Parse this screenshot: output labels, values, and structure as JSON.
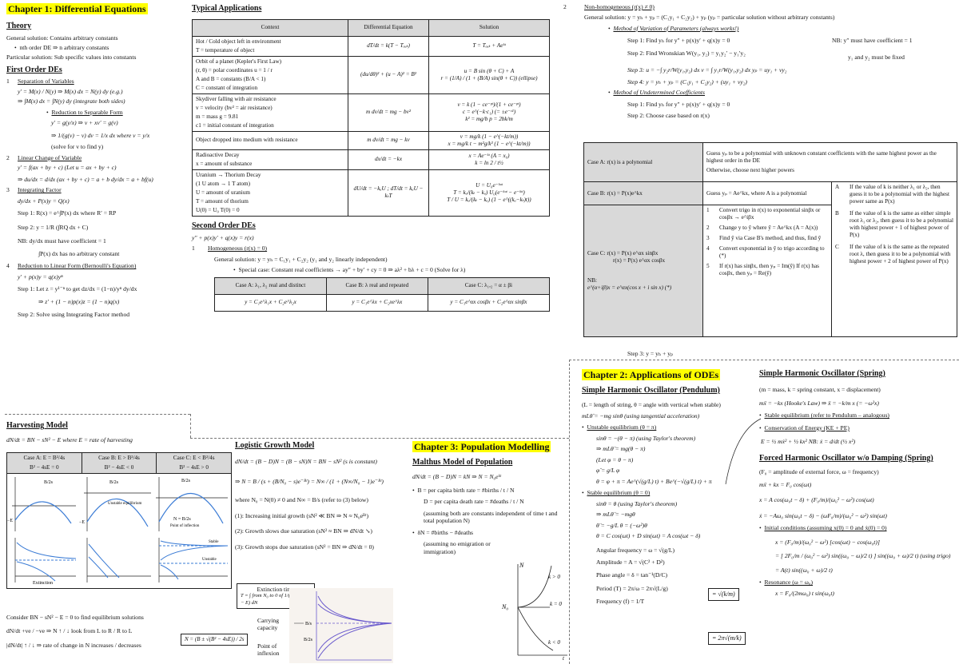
{
  "ch1": {
    "title": "Chapter 1: Differential Equations",
    "theory_heading": "Theory",
    "general_solution": "General solution: Contains arbitrary constants",
    "nth_order": "nth order DE ⇒ n arbitrary constants",
    "particular_solution": "Particular solution: Sub specific values into constants",
    "first_order_heading": "First Order DEs",
    "s1_title": "Separation of Variables",
    "s1_eq1": "y′ = M(x) / N(y) ⇒ M(x) dx = N(y) dy   (e.g.)",
    "s1_eq2": "⇒ ∫M(x) dx = ∫N(y) dy   (integrate both sides)",
    "s1_reduction": "Reduction to Separable Form",
    "s1_eq3": "y′ = g(y/x) ⇒ v + xv′ = g(v)",
    "s1_eq4": "⇒ 1/(g(v) − v) dv = 1/x dx   where v = y/x",
    "s1_solve": "(solve for v to find y)",
    "s2_title": "Linear Change of Variable",
    "s2_eq1": "y′ = f(ax + by + c)   (Let u = ax + by + c)",
    "s2_eq2": "⇒ du/dx = d/dx (ax + by + c) = a + b dy/dx = a + bf(u)",
    "s3_title": "Integrating Factor",
    "s3_eq1": "dy/dx + P(x)y = Q(x)",
    "s3_step1": "Step 1:   R(x) = e^∫P(x) dx   where R′ = RP",
    "s3_step2": "Step 2:   y = 1/R (∫RQ dx + C)",
    "s3_nb1": "NB: dy/dx must have coefficient = 1",
    "s3_nb2": "∫P(x) dx has no arbitrary constant",
    "s4_title": "Reduction to Linear Form (Bernoulli's Equation)",
    "s4_eq1": "y′ + p(x)y = q(x)yⁿ",
    "s4_step1": "Step 1:   Let z = y¹⁻ⁿ to get dz/dx = (1−n)/yⁿ dy/dx",
    "s4_eq2": "⇒ z′ + (1 − n)p(x)z = (1 − n)q(x)",
    "s4_step2": "Step 2:   Solve using Integrating Factor method",
    "n1": "1",
    "n2": "2",
    "n3": "3",
    "n4": "4",
    "bullet": "•"
  },
  "typical": {
    "title": "Typical Applications",
    "headers": [
      "Context",
      "Differential Equation",
      "Solution"
    ],
    "rows": [
      {
        "context": [
          "Hot / Cold object left in environment",
          "T = temperature of object"
        ],
        "de": "dT/dt = k(T − Tₒᵤₜ)",
        "sol": [
          "T = Tₒᵤₜ + Aeᵏᵗ"
        ]
      },
      {
        "context": [
          "Orbit of a planet (Kepler's First Law)",
          "(r, θ) = polar coordinates   u = 1 / r",
          "A and B = constants  (B/A < 1)",
          "C = constant of integration"
        ],
        "de": "(du/dθ)² + (u − A)² = B²",
        "sol": [
          "u = B sin (θ + C) + A",
          "r = (1/A) / (1 + (B/A) sin(θ + C))   (ellipse)"
        ]
      },
      {
        "context": [
          "Skydiver falling with air resistance",
          "v = velocity  (bv² = air resistance)",
          "m = mass     g = 9.81",
          "c1 = initial constant of integration"
        ],
        "de": "m dv/dt = mg − bv²",
        "sol": [
          "v = k (1 − ce⁻ᵖᵗ)/(1 + ce⁻ᵖᵗ)",
          "c = e^(−k·c₁)   (= ±e⁻ᶜ¹)",
          "k² = mg/b     p = 2bk/m"
        ]
      },
      {
        "context": [
          "Object dropped into medium with resistance"
        ],
        "de": "m dv/dt = mg − kv",
        "sol": [
          "v = mg/k (1 − e^(−kt/m))",
          "x = mg/k t − m²g/k² (1 − e^(−kt/m))"
        ]
      },
      {
        "context": [
          "Radioactive Decay",
          "x = amount of substance"
        ],
        "de": "dx/dt = −kx",
        "sol": [
          "x = Ae⁻ᵏᵗ   (A = x₀)",
          "k = ln 2 / t½"
        ]
      },
      {
        "context": [
          "Uranium → Thorium Decay",
          "(1 U atom → 1 T atom)",
          "U = amount of uranium",
          "T = amount of thorium",
          "U(0) = U₀    T(0) = 0"
        ],
        "de": "dU/dt = −kᵤU ;   dT/dt = kᵤU − kₜT",
        "sol": [
          "U = U₀e⁻ᵏᵘᵗ",
          "T = kᵤ/(kₜ − kᵤ) U₀(e⁻ᵏᵘᵗ − e⁻ᵏᵗᵗ)",
          "T / U = kᵤ/(kₜ − kᵤ) (1 − e^((kᵤ−kₜ)t))"
        ]
      }
    ]
  },
  "second": {
    "title": "Second Order DEs",
    "eq": "y″ + p(x)y′ + q(x)y = r(x)",
    "homog": "Homogeneous (r(x) = 0)",
    "gen": "General solution: y = yₕ = C₁y₁ + C₂y₂   (y₁ and y₂ linearly independent)",
    "special": "Special case: Constant real coefficients → ay″ + by′ + cy = 0 ⇒ aλ² + bλ + c = 0   (Solve for λ)",
    "cases": [
      {
        "head": "Case A:  λ₁, λ₂ real and distinct",
        "sol": "y = C₁e^λ₁x + C₂e^λ₂x"
      },
      {
        "head": "Case B:  λ real and repeated",
        "sol": "y = C₁e^λx + C₂xe^λx"
      },
      {
        "head": "Case C:  λ₁,₂ = α ± βi",
        "sol": "y = C₁e^αx cosβx + C₂e^αx sinβx"
      }
    ]
  },
  "nonhom": {
    "n2": "2",
    "title": "Non-homogeneous (r(x) ≠ 0)",
    "gen": "General solution: y = yₕ + yₚ = (C₁y₁ + C₂y₂) + yₚ   (yₚ = particular solution without arbitrary constants)",
    "vop_title": "Method of Variation of Parameters  (always works!)",
    "vop1": "Step 1:   Find yₕ for y″ + p(x)y′ + q(x)y = 0",
    "vop1_nb": "NB: y″ must have coefficient = 1",
    "vop2": "Step 2:   Find Wronskian W(y₁, y₂) = y₁y₂′ − y₁′y₂",
    "vop2_nb": "y₁ and y₂ must be fixed",
    "vop3": "Step 3:   u = −∫ y₂r/W(y₁,y₂) dx     v = ∫ y₁r/W(y₁,y₂) dx     yₚ = uy₁ + vy₂",
    "vop4": "Step 4:   y = yₕ + yₚ = (C₁y₁ + C₂y₂) + (uy₁ + vy₂)",
    "uc_title": "Method of Undetermined Coefficients",
    "uc1": "Step 1:   Find yₕ for y″ + p(x)y′ + q(x)y = 0",
    "uc2": "Step 2:   Choose case based on r(x)",
    "uc3": "Step 3:   y = yₕ + yₚ",
    "caseA_l": "Case A:   r(x) is a polynomial",
    "caseA_r1": "Guess yₚ to be a polynomial with unknown constant coefficients with the same highest power as the highest order in the DE",
    "caseA_r2": "Otherwise, choose next higher powers",
    "caseB_l": "Case B:   r(x) = P(x)e^kx",
    "caseB_r": "Guess yₚ = Ae^kx, where A is a polynomial",
    "caseC_l1": "Case C:   r(x) = P(x) e^αx sinβx",
    "caseC_l2": "r(x) = P(x) e^αx cosβx",
    "caseC_nb": "NB:",
    "caseC_euler": "e^(α+iβ)x = e^αx(cos x + i sin x)   (*)",
    "caseC_steps": [
      {
        "n": "1",
        "t": "Convert trigo in r(x) to exponential  sinβx or cosβx → e^iβx"
      },
      {
        "n": "2",
        "t": "Change y to ỹ  where ỹ = Ae^kx  (A = A(x))"
      },
      {
        "n": "3",
        "t": "Find ỹ via Case B's method, and thus, find ỹ"
      },
      {
        "n": "4",
        "t": "Convert exponential in ỹ to trigo according to (*)"
      },
      {
        "n": "5",
        "t": "If r(x) has sinβx, then yₚ = Im(ỹ)  If r(x) has cosβx, then yₚ = Re(ỹ)"
      }
    ],
    "side": [
      {
        "l": "A",
        "t": "If the value of k is neither λ₁ or λ₂, then guess it to be a polynomial with the highest power same as P(x)"
      },
      {
        "l": "B",
        "t": "If the value of k is the same as either simple root λ₁ or λ₂, then guess it to be a polynomial with highest power + 1 of highest power of P(x)"
      },
      {
        "l": "C",
        "t": "If the value of k is the same as the repeated root λ, then guess it to be a polynomial with highest power + 2 of highest power of P(x)"
      }
    ]
  },
  "harvest": {
    "title": "Harvesting Model",
    "eq": "dN/dt = BN − sN² − E   where E = rate of harvesting",
    "cases": [
      {
        "head": "Case A:  E = B²/4s",
        "sub": "B² − 4sE = 0"
      },
      {
        "head": "Case B:  E > B²/4s",
        "sub": "B² − 4sE < 0"
      },
      {
        "head": "Case C:  E < B²/4s",
        "sub": "B² − 4sE > 0"
      }
    ],
    "lbl_B2s": "B/2s",
    "lbl_E": "−E",
    "lbl_unstable": "Unstable equilibrium",
    "lbl_N": "N = B/2s",
    "lbl_poi": "Point of inflection",
    "lbl_stable": "Stable",
    "lbl_unstable2": "Unstable",
    "lbl_extinction": "Extinction",
    "consider": "Consider BN − sN² − E = 0 to find equilibrium solutions",
    "sign": "dN/dt +ve / −ve ⇒ N ↑ / ↓   look from L to R / R to L",
    "rate": "|dN/dt| ↑ / ↓ ⇒ rate of change in N increases / decreases",
    "roots": "N = (B ± √(B² − 4sE)) / 2s"
  },
  "logistic": {
    "title": "Logistic Growth Model",
    "eq1": "dN/dt = (B − D)N = (B − sN)N = BN − sN²   (s is constant)",
    "eq2": "⇒ N = B / (s + (B/N₀ − s)e⁻ᴮᵗ) = N∞ / (1 + (N∞/N₀ − 1)e⁻ᴮᵗ)",
    "where": "where N₀ = N(0) ≠ 0 and N∞ = B/s   (refer to (3) below)",
    "c1": "(1): Increasing initial growth (sN² ≪ BN ⇒ N ≈ N₀eᴮᵗ)",
    "c2": "(2): Growth slows due saturation (sN² ≈ BN ⇒ dN/dt ↘)",
    "c3": "(3): Growth stops due saturation (sN² = BN ⇒ dN/dt = 0)",
    "ext_label": "Extinction time",
    "ext_eq": "T = ∫ from N₀ to 0 of 1/(BN − sN² − E) dN",
    "carrying": "Carrying capacity",
    "poi": "Point of inflexion",
    "lbl_Bs": "B/s",
    "lbl_B2s": "B/2s"
  },
  "ch3": {
    "title": "Chapter 3: Population Modelling",
    "malthus": "Malthus Model of Population",
    "eq": "dN/dt = (B − D)N = kN ⇒ N = N₀eᵏᵗ",
    "b1": "B = per capita birth rate = #births / t / N",
    "b2": "D = per capita death rate = #deaths / t / N",
    "b3": "(assuming both are constants independent of time t and total population N)",
    "b4": "δN = #births − #deaths",
    "b5": "(assuming no emigration or immigration)",
    "g_N": "N",
    "g_N0": "N₀",
    "g_t": "t",
    "g_k1": "k > 0",
    "g_k2": "k = 0",
    "g_k3": "k < 0"
  },
  "ch2": {
    "title": "Chapter 2: Applications of ODEs",
    "pend_title": "Simple Harmonic Oscillator (Pendulum)",
    "pend1": "(L = length of string, θ = angle with vertical when stable)",
    "pend2": "mLθ̈ = −mg sinθ   (using tangential acceleration)",
    "unst": "Unstable equilibrium (θ = π)",
    "unst1": "sinθ = −(θ − π)   (using Taylor's theorem)",
    "unst2": "⇒ mLθ̈ = mg(θ − π)",
    "unst3": "(Let φ = θ − π)",
    "unst4": "φ̈ = g/L φ",
    "unst5": "θ = φ + π = Ae^(√(g/L) t) + Be^(−√(g/L) t) + π",
    "st": "Stable equilibrium (θ = 0)",
    "st1": "sinθ = θ   (using Taylor's theorem)",
    "st2": "⇒ mLθ̈ = −mgθ",
    "st3": "θ̈ = −g/L θ = (−ω²)θ",
    "st4": "θ = C cos(ωt) + D sin(ωt) = A cos(ωt − δ)",
    "ang": "Angular frequency = ω = √(g/L)",
    "amp": "Amplitude = A = √(C² + D²)",
    "phase": "Phase angle = δ = tan⁻¹(D/C)",
    "period": "Period (T) = 2π/ω = 2π√(L/g)",
    "freq": "Frequency (f) = 1/T",
    "box1": "= √(k/m)",
    "box2": "= 2π√(m/k)",
    "spring_title": "Simple Harmonic Oscillator (Spring)",
    "spring1": "(m = mass, k = spring constant, x = displacement)",
    "spring2": "mẍ = −kx   (Hooke's Law) ⇒ ẍ = −k/m x (= −ω²x)",
    "spring3": "Stable equilibrium (refer to Pendulum – analogous)",
    "spring4": "Conservation of Energy (KE + PE)",
    "spring5": "E = ½ mẋ² + ½ kx²          NB: ẋ = d/dt (½ x²)",
    "forced_title": "Forced Harmonic Oscillator w/o Damping (Spring)",
    "f1": "(F₀ = amplitude of external force, ω = frequency)",
    "f2": "mẍ + kx = F₀ cos(ωt)",
    "f3": "x = A cos(ω₀t − δ) + (F₀/m)/(ω₀² − ω²) cos(ωt)",
    "f4": "ẋ = −Aω₀ sin(ω₀t − δ) − (ωF₀/m)/(ω₀² − ω²) sin(ωt)",
    "f5": "Initial conditions (assuming x(0) = 0 and ẋ(0) = 0)",
    "f6": "x = (F₀/m)/(ω₀² − ω²) [cos(ωt) − cos(ω₀t)]",
    "f7": "= [ 2F₀/m / (ω₀² − ω²) sin((ω₀ − ω)/2 t) ] sin((ω₀ + ω)/2 t)   (using trigo)",
    "f8": "= A(t) sin((ω₀ + ω)/2 t)",
    "res": "Resonance (ω = ω₀)",
    "res1": "x = F₀/(2mω₀) t sin(ω₀t)"
  }
}
